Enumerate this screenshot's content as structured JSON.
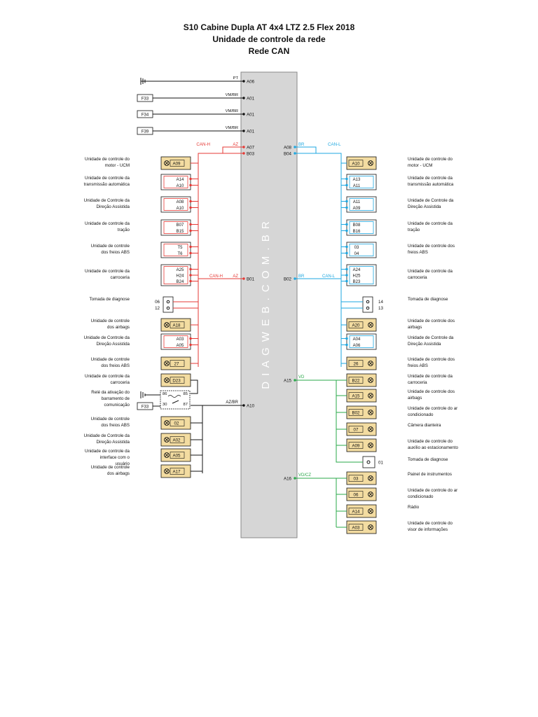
{
  "page": {
    "title": "S10 Cabine Dupla AT 4x4 LTZ 2.5 Flex 2018",
    "subtitle": "Unidade de controle da rede",
    "section": "Rede CAN",
    "watermark": "D I A G W E B . C O M . B R"
  },
  "colors": {
    "can_h": "#e53935",
    "can_l": "#1ea7e0",
    "vd": "#2aa84a",
    "black": "#111111",
    "module_fill": "#f3dca1",
    "panel_fill": "#d6d6d6"
  },
  "connectors": {
    "top_left": [
      {
        "source": "",
        "wire": "PT",
        "pin": "A06",
        "ground": true
      },
      {
        "source": "F33",
        "wire": "VM/BR",
        "pin": "A01",
        "ground": false
      },
      {
        "source": "F34",
        "wire": "VM/BR",
        "pin": "A01",
        "ground": false
      },
      {
        "source": "F39",
        "wire": "VM/BR",
        "pin": "A01",
        "ground": false
      }
    ],
    "can_h_top": {
      "label": "CAN-H",
      "wire": "AZ",
      "pins": [
        "A07",
        "B03"
      ]
    },
    "can_l_top": {
      "label": "CAN-L",
      "wire": "BR",
      "pins": [
        "A08",
        "B04"
      ]
    },
    "can_h_mid": {
      "label": "CAN-H",
      "wire": "AZ",
      "pin": "B01"
    },
    "can_l_mid": {
      "label": "CAN-L",
      "wire": "BR",
      "pin": "B02"
    },
    "a10": {
      "wire": "AZ/BR",
      "pin": "A10",
      "fuse": "F33"
    },
    "a15": {
      "wire": "VD",
      "pin": "A15"
    },
    "a16": {
      "wire": "VD/CZ",
      "pin": "A16"
    }
  },
  "left_modules": [
    {
      "label": "Unidade de controle do motor - UCM",
      "pins": [
        "A09"
      ]
    },
    {
      "label": "Unidade de controle da transmissão automática",
      "pins": [
        "A14",
        "A10"
      ]
    },
    {
      "label": "Unidade de Controle da Direção Assistida",
      "pins": [
        "A08",
        "A10"
      ]
    },
    {
      "label": "Unidade de controle da tração",
      "pins": [
        "B07",
        "B15"
      ]
    },
    {
      "label": "Unidade de controle dos freios ABS",
      "pins": [
        "T5",
        "T6"
      ]
    },
    {
      "label": "Unidade de controle da carroceria",
      "pins": [
        "A25",
        "H24",
        "B24"
      ]
    },
    {
      "label": "Tomada de diagnose",
      "pins": [
        "06",
        "12"
      ]
    },
    {
      "label": "Unidade de controle dos airbags",
      "pins": [
        "A18"
      ]
    },
    {
      "label": "Unidade de Controle da Direção Assistida",
      "pins": [
        "A03",
        "A05"
      ]
    },
    {
      "label": "Unidade de controle dos freios ABS",
      "pins": [
        "27"
      ]
    },
    {
      "label": "Unidade de controle da carroceria",
      "pins": [
        "D23"
      ]
    },
    {
      "label": "Relé da ativação do barramento de comunicação",
      "pins": [
        "86",
        "85",
        "30",
        "87"
      ]
    },
    {
      "label": "Unidade de controle dos freios ABS",
      "pins": [
        "02"
      ]
    },
    {
      "label": "Unidade de Controle da Direção Assistida",
      "pins": [
        "A02"
      ]
    },
    {
      "label": "Unidade de controle da interface com o usuário",
      "pins": [
        "A05"
      ]
    },
    {
      "label": "Unidade de controle dos airbags",
      "pins": [
        "A17"
      ]
    }
  ],
  "right_modules": [
    {
      "label": "Unidade de controle do motor - UCM",
      "pins": [
        "A10"
      ]
    },
    {
      "label": "Unidade de controle da transmissão automática",
      "pins": [
        "A13",
        "A11"
      ]
    },
    {
      "label": "Unidade de Controle da Direção Assistida",
      "pins": [
        "A11",
        "A09"
      ]
    },
    {
      "label": "Unidade de controle da tração",
      "pins": [
        "B08",
        "B16"
      ]
    },
    {
      "label": "Unidade de controle dos freios ABS",
      "pins": [
        "03",
        "04"
      ]
    },
    {
      "label": "Unidade de controle da carroceria",
      "pins": [
        "A24",
        "H25",
        "B23"
      ]
    },
    {
      "label": "Tomada de diagnose",
      "pins": [
        "14",
        "13"
      ]
    },
    {
      "label": "Unidade de controle dos airbags",
      "pins": [
        "A20"
      ]
    },
    {
      "label": "Unidade de Controle da Direção Assistida",
      "pins": [
        "A04",
        "A06"
      ]
    },
    {
      "label": "Unidade de controle dos freios ABS",
      "pins": [
        "26"
      ]
    },
    {
      "label": "Unidade de controle da carroceria",
      "pins": [
        "B22"
      ]
    },
    {
      "label": "Unidade de controle dos airbags",
      "pins": [
        "A15"
      ]
    },
    {
      "label": "Unidade de controle do ar condicionado",
      "pins": [
        "B02"
      ]
    },
    {
      "label": "Câmera dianteira",
      "pins": [
        "07"
      ]
    },
    {
      "label": "Unidade de controle do auxílio ao estacionamento",
      "pins": [
        "A09"
      ]
    },
    {
      "label": "Tomada de diagnose",
      "pins": [
        "01"
      ]
    },
    {
      "label": "Painel de instrumentos",
      "pins": [
        "03"
      ]
    },
    {
      "label": "Unidade de controle do ar condicionado",
      "pins": [
        "06"
      ]
    },
    {
      "label": "Rádio",
      "pins": [
        "A14"
      ]
    },
    {
      "label": "Unidade de controle do visor de informações",
      "pins": [
        "A03"
      ]
    }
  ]
}
